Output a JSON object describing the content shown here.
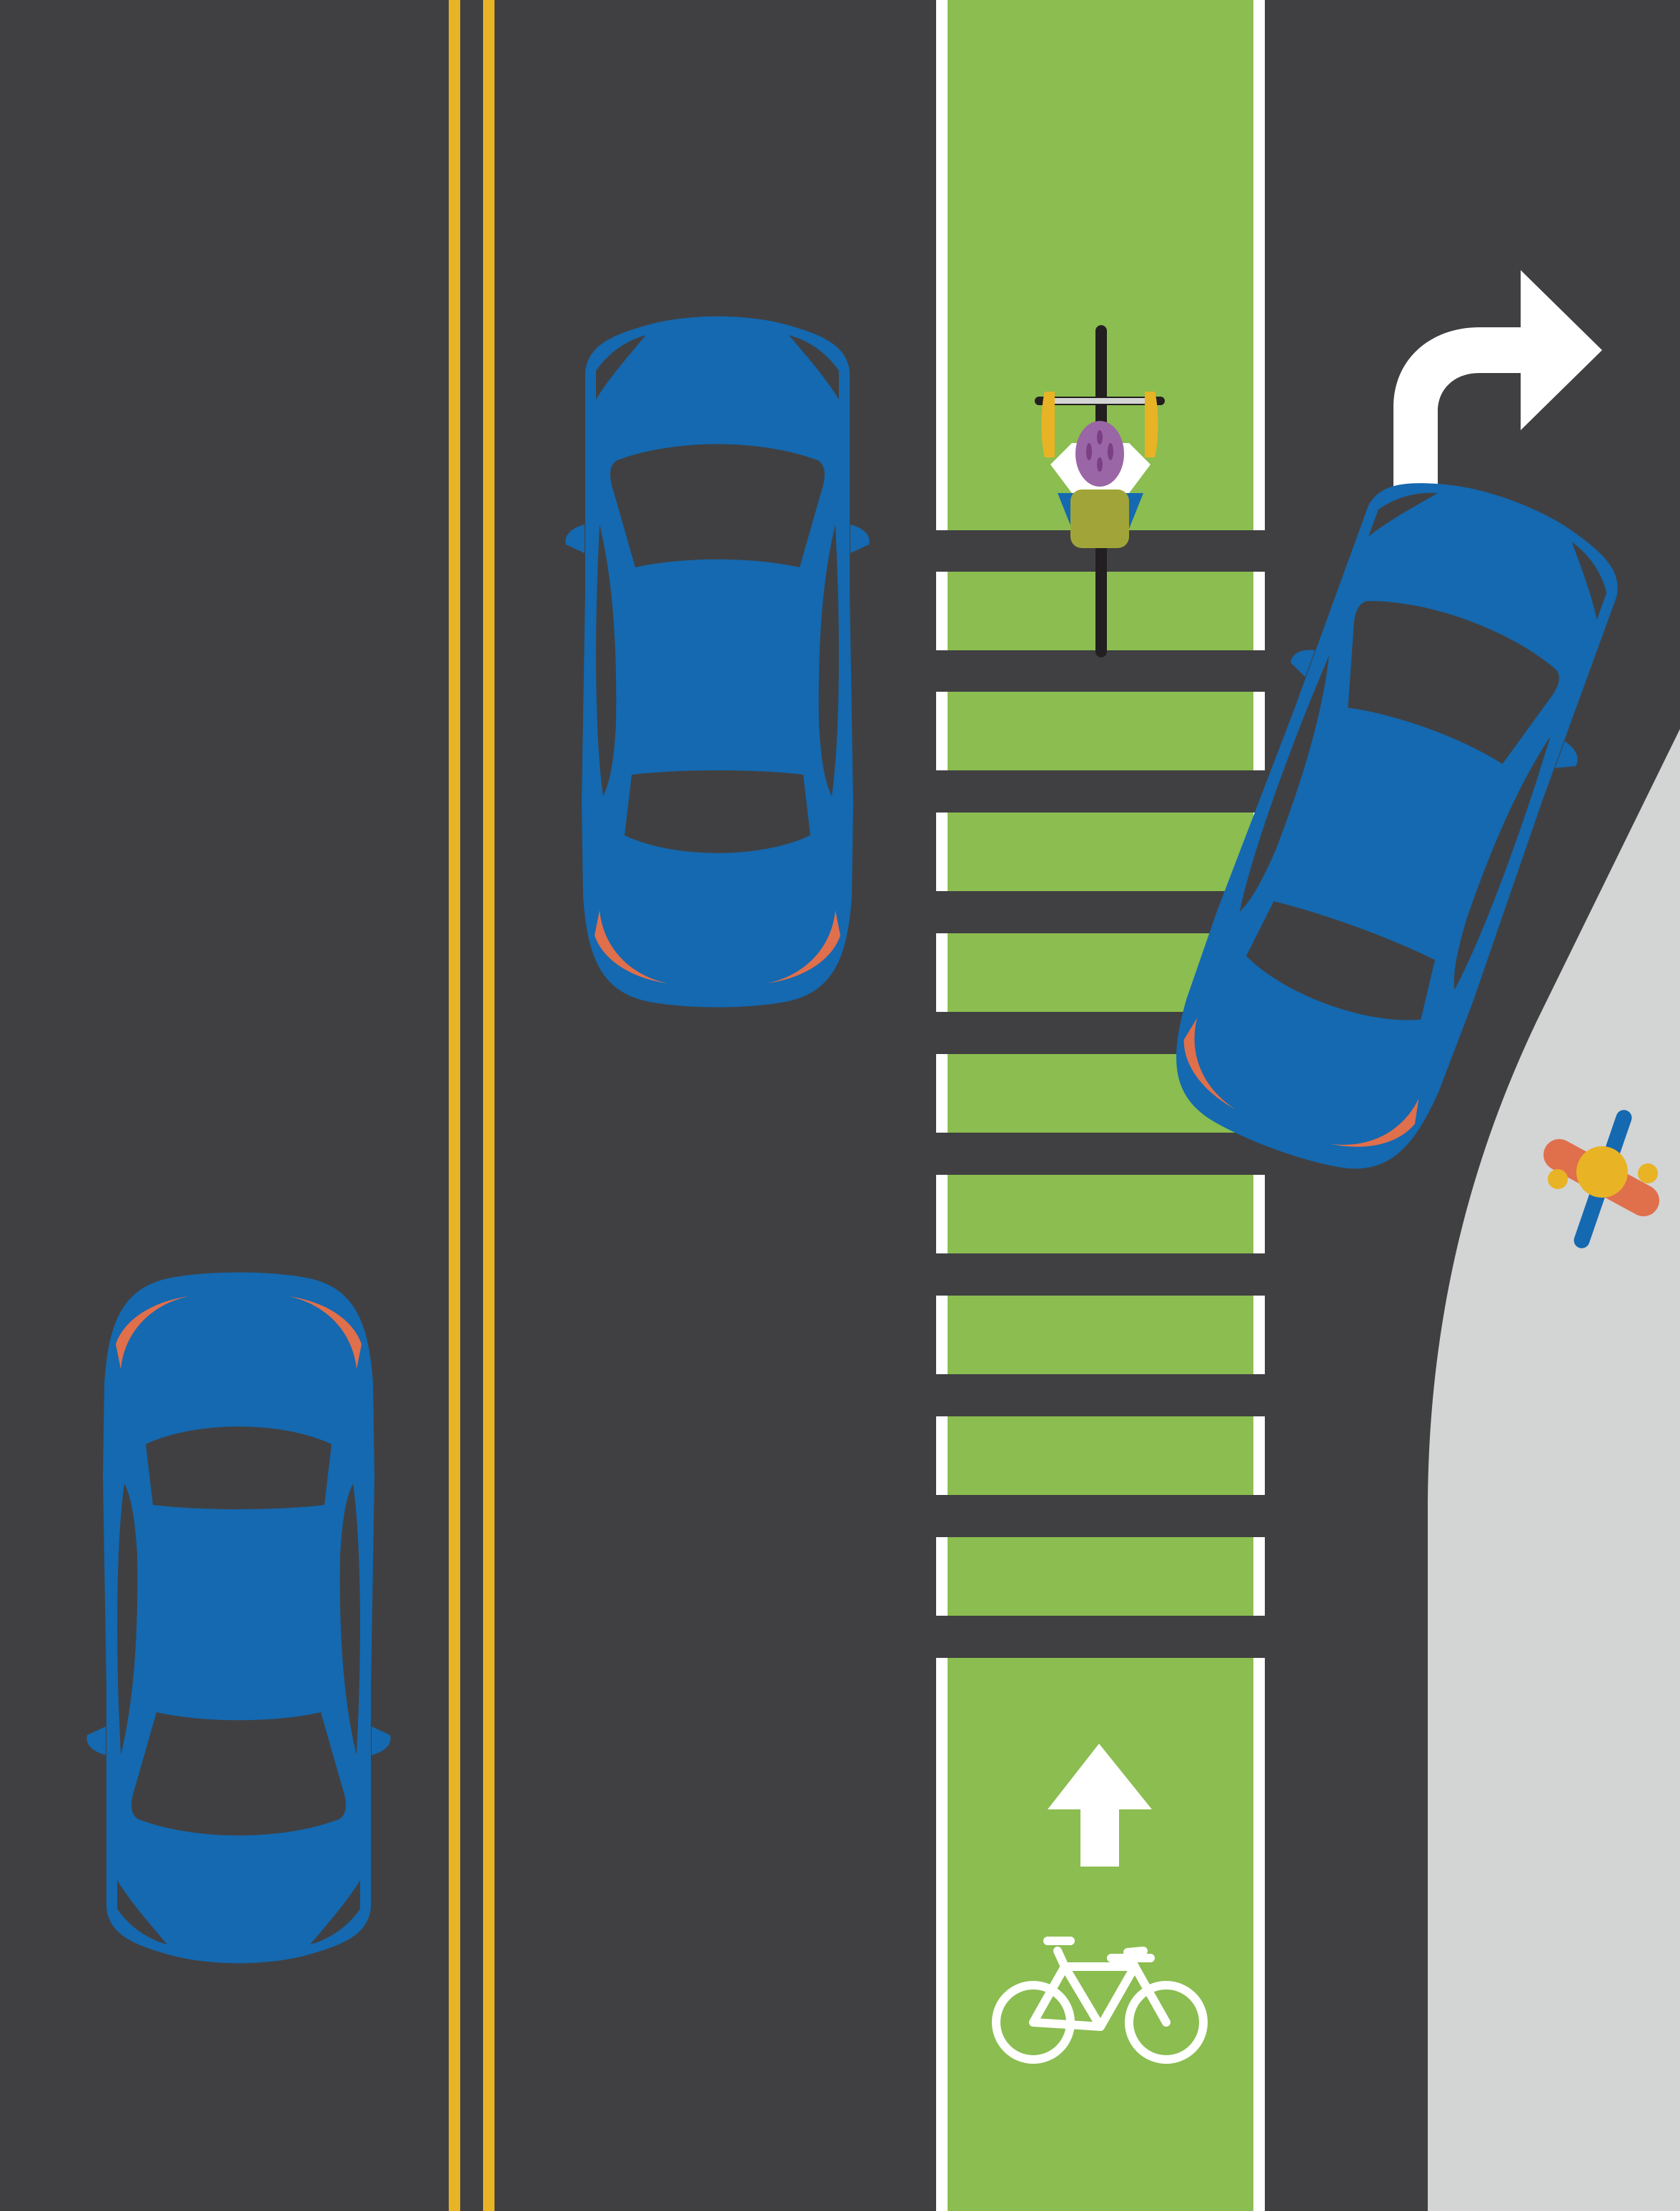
{
  "scene": {
    "description_visible_text": "",
    "colors": {
      "asphalt": "#404042",
      "yellow_line": "#e8b324",
      "bike_lane_green": "#8bbd50",
      "lane_white": "#ffffff",
      "car_blue": "#1469b0",
      "car_glass": "#404042",
      "car_light": "#e06f4c",
      "sidewalk": "#d3d4d4",
      "cyclist_shirt": "#a1a539",
      "cyclist_arms": "#e8b324",
      "cyclist_helmet": "#9a66a5",
      "pedestrian_orange": "#e06f4c",
      "pedestrian_blue": "#1469b0",
      "pedestrian_yellow": "#e8b324"
    },
    "icons": {
      "turn_arrow": "right-turn-arrow-icon",
      "lane_arrow": "up-arrow-icon",
      "lane_symbol": "bicycle-icon"
    },
    "elements": {
      "cars": [
        "left-lane-car",
        "through-lane-car",
        "turning-car"
      ],
      "cyclist": "cyclist-in-bike-lane",
      "pedestrian": "pedestrian-on-sidewalk"
    }
  }
}
